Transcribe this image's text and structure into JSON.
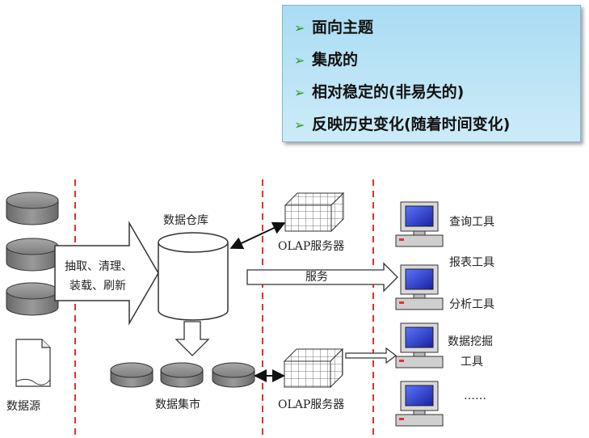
{
  "features": [
    "面向主题",
    "集成的",
    "相对稳定的(非易失的)",
    "反映历史变化(随着时间变化)"
  ],
  "labels": {
    "data_source": "数据源",
    "etl_line1": "抽取、清理、",
    "etl_line2": "装载、刷新",
    "data_warehouse": "数据仓库",
    "data_mart": "数据集市",
    "olap_top": "OLAP服务器",
    "olap_bottom": "OLAP服务器",
    "service": "服务",
    "tool_query": "查询工具",
    "tool_report": "报表工具",
    "tool_analysis": "分析工具",
    "tool_mining_1": "数据挖掘",
    "tool_mining_2": "工具",
    "tool_more": "……"
  },
  "colors": {
    "accent_green": "#2e9a1c",
    "divider_red": "#e03030",
    "box_blue": "#b7e2f6",
    "screen_blue": "#2a3bd0"
  }
}
